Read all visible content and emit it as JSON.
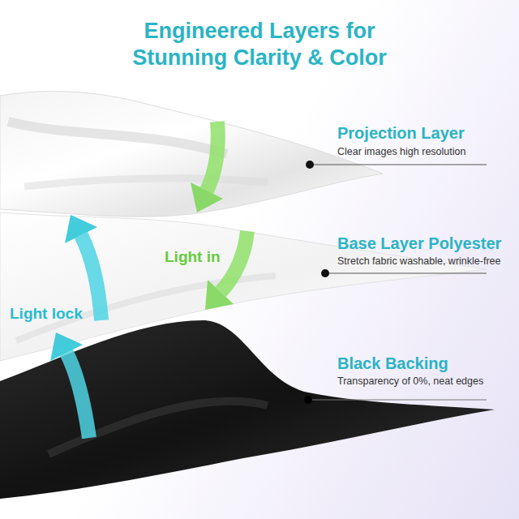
{
  "diagram": {
    "title": "Engineered Layers for Stunning Clarity & Color",
    "labels": [
      "Projection Layer",
      "Clear images high resolution",
      "Base Layer Polyester",
      "Stretch fabric washable, wrinkle-free",
      "Black Backing",
      "Transparency of 0%, neat edges",
      "Light in",
      "Light lock"
    ]
  }
}
